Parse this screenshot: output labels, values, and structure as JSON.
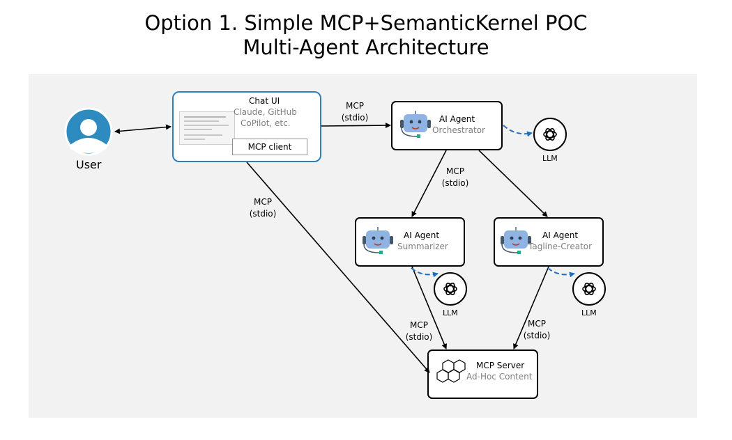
{
  "title": {
    "line1": "Option 1. Simple MCP+SemanticKernel POC",
    "line2": "Multi-Agent Architecture"
  },
  "user": {
    "label": "User",
    "icon": "user-icon",
    "color": "#2e8bc0"
  },
  "chat_ui": {
    "title": "Chat UI",
    "subtitle_line1": "Claude, GitHub",
    "subtitle_line2": "CoPilot, etc.",
    "mcp_client": "MCP client",
    "border_color": "#3080b8"
  },
  "agents": {
    "orchestrator": {
      "title": "AI Agent",
      "role": "Orchestrator",
      "icon": "robot-icon"
    },
    "summarizer": {
      "title": "AI Agent",
      "role": "Summarizer",
      "icon": "robot-icon"
    },
    "tagline": {
      "title": "AI Agent",
      "role": "Tagline-Creator",
      "icon": "robot-icon"
    }
  },
  "llm": {
    "label": "LLM",
    "icon": "openai-icon",
    "link_color": "#1f6fc0"
  },
  "server": {
    "title": "MCP Server",
    "subtitle": "Ad-Hoc Content",
    "icon": "hexagon-cluster-icon"
  },
  "edge_label": {
    "line1": "MCP",
    "line2": "(stdio)"
  }
}
